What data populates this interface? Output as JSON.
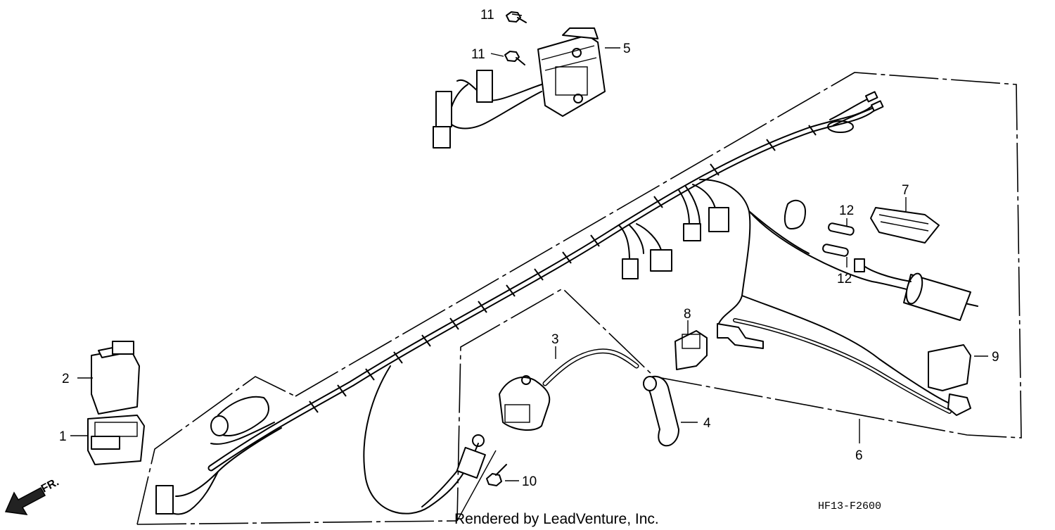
{
  "callouts": {
    "c1": "1",
    "c2": "2",
    "c3": "3",
    "c4": "4",
    "c5": "5",
    "c6": "6",
    "c7": "7",
    "c8": "8",
    "c9": "9",
    "c10": "10",
    "c11a": "11",
    "c11b": "11",
    "c12a": "12",
    "c12b": "12"
  },
  "diagram_code": "HF13-F2600",
  "credit": "Rendered by LeadVenture, Inc.",
  "direction_label": "FR."
}
